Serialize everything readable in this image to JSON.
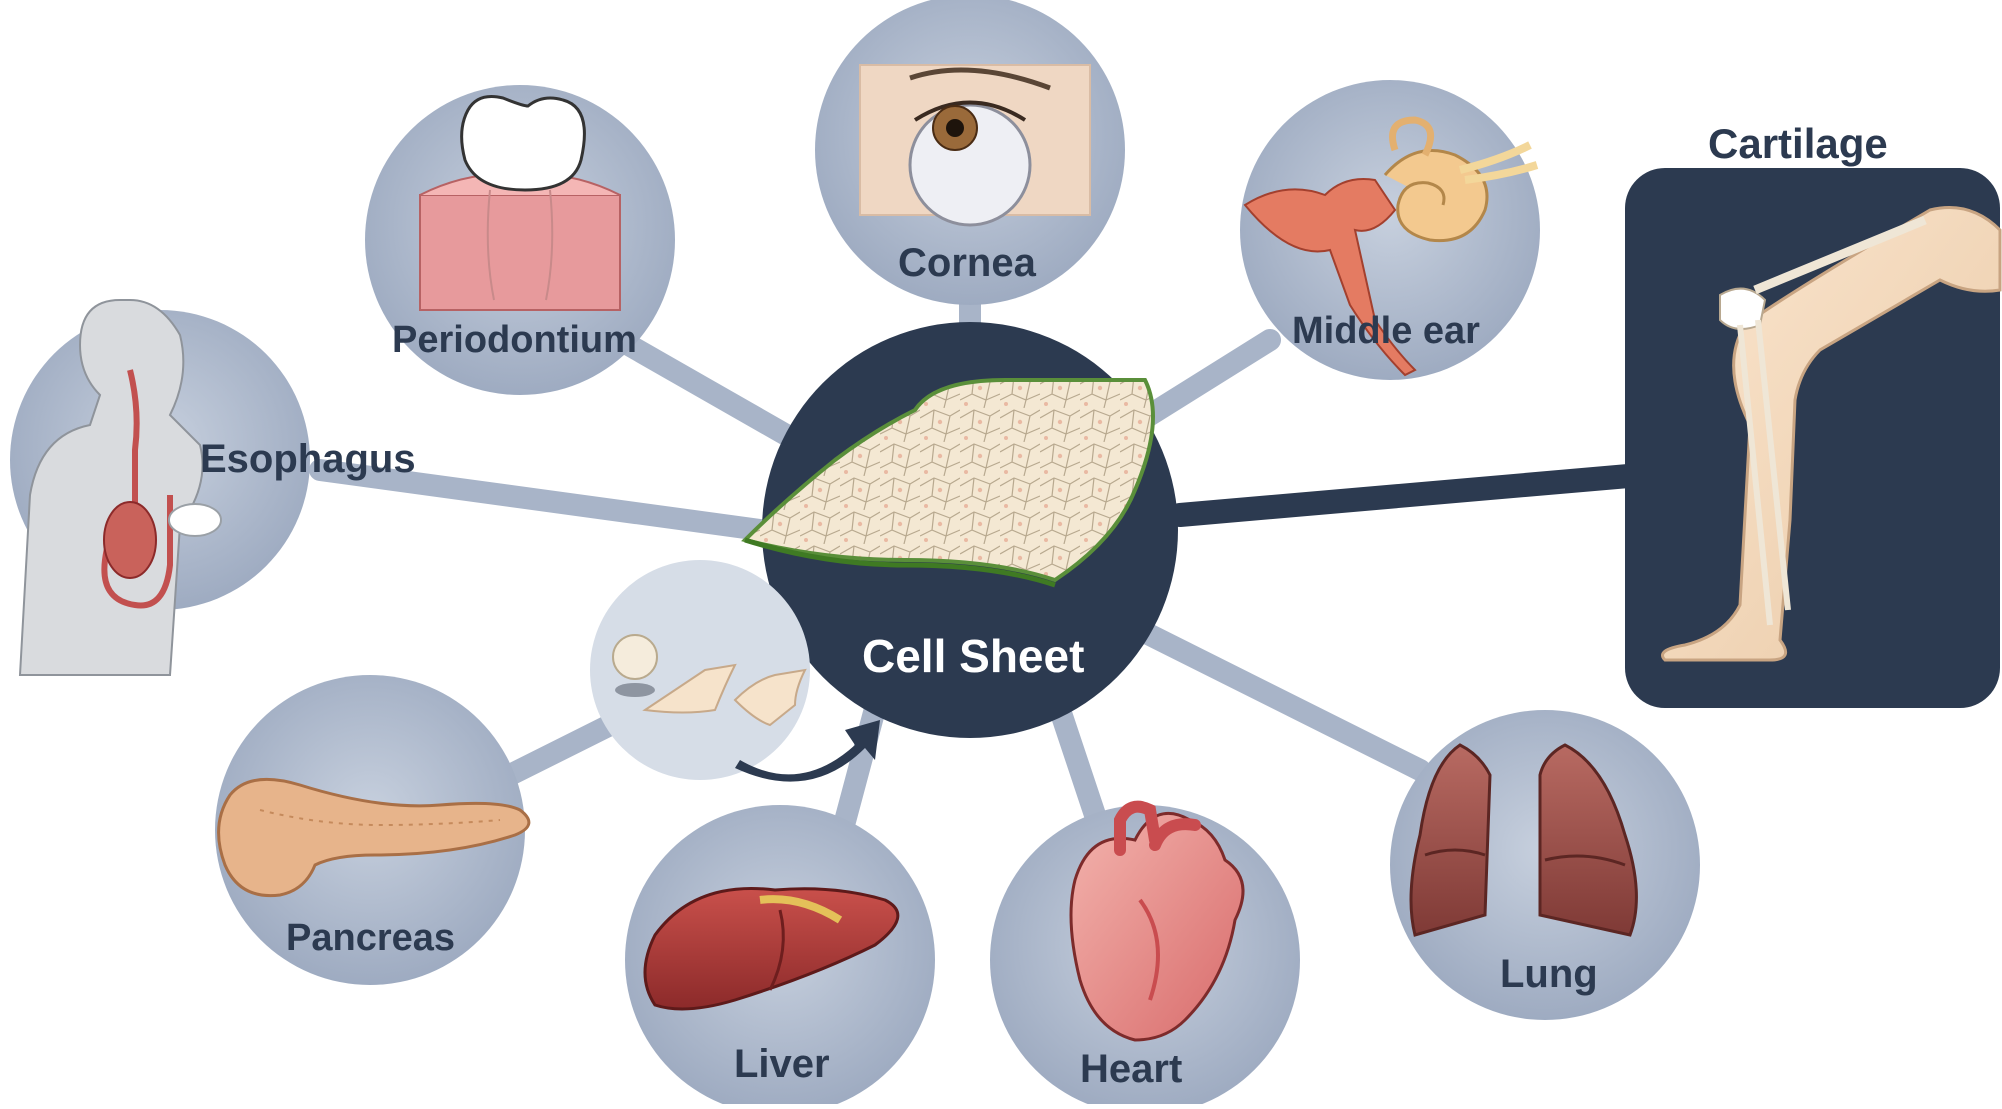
{
  "diagram": {
    "center": {
      "label": "Cell Sheet"
    },
    "organs": {
      "esophagus": "Esophagus",
      "periodontium": "Periodontium",
      "cornea": "Cornea",
      "middle_ear": "Middle ear",
      "cartilage": "Cartilage",
      "lung": "Lung",
      "heart": "Heart",
      "liver": "Liver",
      "pancreas": "Pancreas"
    },
    "colors": {
      "node_fill": "#a8b4c8",
      "center_fill": "#2c3a50",
      "connector": "#a8b4c8",
      "label": "#2c3a50",
      "center_label": "#ffffff"
    }
  }
}
